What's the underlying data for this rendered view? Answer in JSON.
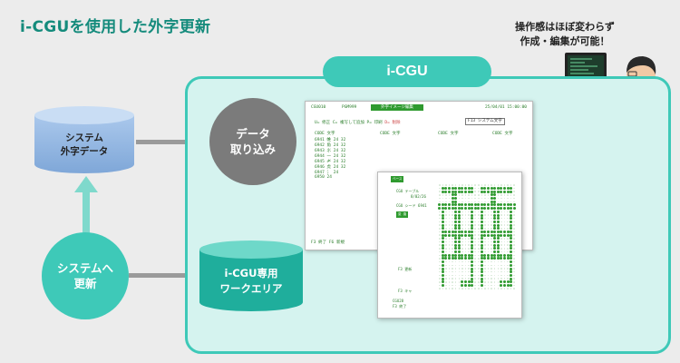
{
  "title": "i-CGUを使用した外字更新",
  "caption": [
    "操作感はほぼ変わらず",
    "作成・編集が可能！"
  ],
  "icgu_label": "i-CGU",
  "system_db": [
    "システム",
    "外字データ"
  ],
  "import_node": [
    "データ",
    "取り込み"
  ],
  "workarea_db": [
    "i-CGU専用",
    "ワークエリア"
  ],
  "update_node": [
    "システムへ",
    "更新"
  ],
  "screen_list": {
    "header_left": "CGU010",
    "header_mid": "PGM999",
    "banner": "外字イメージ編集",
    "header_right": "25/04/01 15:00:00",
    "commands": "U= 修正  C= 複写して追加  P= 印刷",
    "delete_cmd": "D= 削除",
    "box_label": "F13  システム文字",
    "col_headers": "CODE 文字",
    "rows": [
      "6941  帷   24 32",
      "6942  ⻆   24 32",
      "6943  ⺢   24 32",
      "6944  ⼀   24 32",
      "6945  ⺹   24 32",
      "6946  ⻁   24 32",
      "6947  ⺡   24",
      "6950       24"
    ],
    "footer": "F3  終了  F6  新規"
  },
  "screen_edit": {
    "badge": "ベース",
    "label1": "CGU テーブル",
    "label2": "8/02/26",
    "label3": "CGU シード  6941",
    "btn": "変 換",
    "label4": "F3  更新",
    "label5": "F3  キャ",
    "label6": "CGU28",
    "label7": "F3 終了"
  },
  "colors": {
    "accent": "#3ec9b8",
    "title": "#158b7c",
    "gray": "#7b7b7b",
    "panel": "#d5f3ef"
  }
}
